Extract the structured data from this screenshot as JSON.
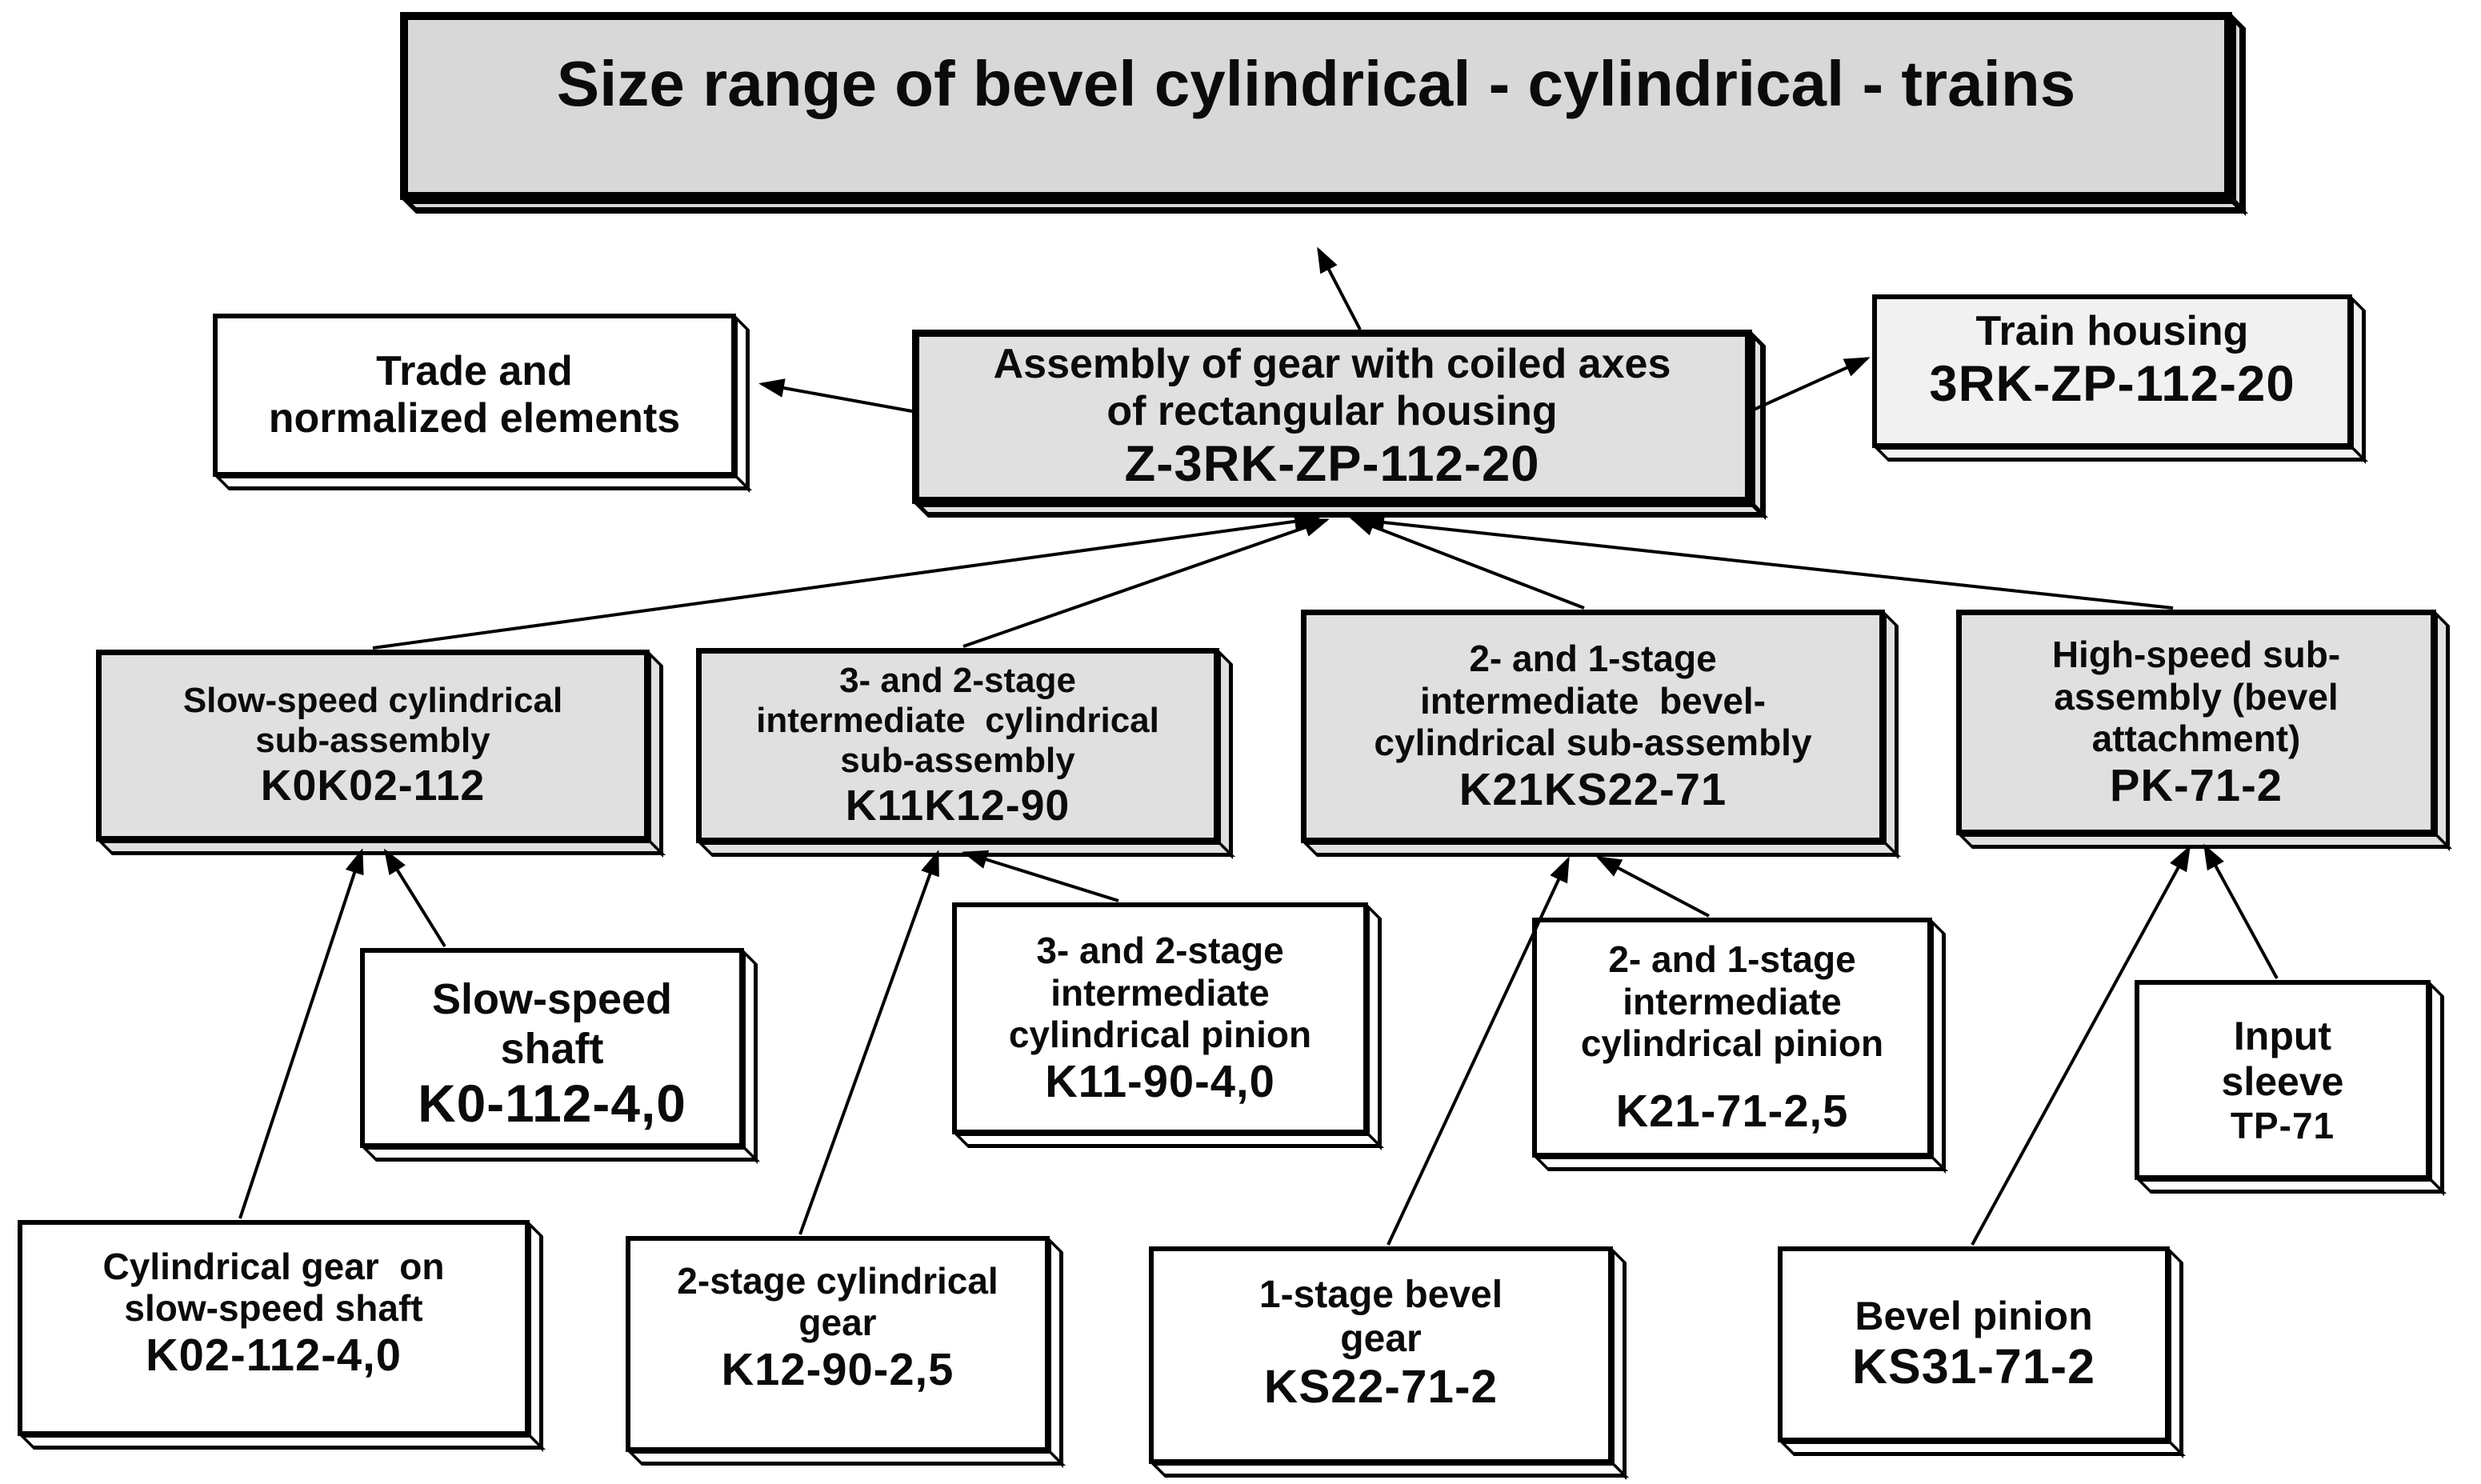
{
  "page_title": "Size range of bevel cylindrical - cylindrical - trains",
  "colors": {
    "box_gray": "#e0e0e0",
    "title_gray": "#d8d8d8",
    "box_light": "#f1f1f1",
    "box_white": "#ffffff",
    "line_black": "#000000",
    "background": "#ffffff"
  },
  "nodes": {
    "title": {
      "lines": [
        "Size range of bevel cylindrical - cylindrical - trains"
      ]
    },
    "assembly": {
      "lines": [
        "Assembly of gear with coiled axes",
        "of rectangular housing",
        "Z-3RK-ZP-112-20"
      ]
    },
    "trade": {
      "lines": [
        "Trade and",
        "normalized elements"
      ]
    },
    "train": {
      "lines": [
        "Train housing",
        "3RK-ZP-112-20"
      ]
    },
    "sub_slow": {
      "lines": [
        "Slow-speed cylindrical",
        "sub-assembly",
        "K0K02-112"
      ]
    },
    "sub_int_cyl": {
      "lines": [
        "3- and 2-stage",
        "intermediate  cylindrical",
        "sub-assembly",
        "K11K12-90"
      ]
    },
    "sub_bevel_cyl": {
      "lines": [
        "2- and 1-stage",
        "intermediate  bevel-",
        "cylindrical sub-assembly",
        "K21KS22-71"
      ]
    },
    "sub_high": {
      "lines": [
        "High-speed sub-",
        "assembly (bevel",
        "attachment)",
        "PK-71-2"
      ]
    },
    "shaft_slow": {
      "lines": [
        "Slow-speed",
        "shaft",
        "K0-112-4,0"
      ]
    },
    "pinion_32": {
      "lines": [
        "3- and 2-stage",
        "intermediate",
        "cylindrical pinion",
        "K11-90-4,0"
      ]
    },
    "pinion_21": {
      "lines": [
        "2- and 1-stage",
        "intermediate",
        "cylindrical pinion",
        "K21-71-2,5"
      ]
    },
    "input_sleeve": {
      "lines": [
        "Input",
        "sleeve",
        "TP-71"
      ]
    },
    "gear_on_shaft": {
      "lines": [
        "Cylindrical gear  on",
        "slow-speed shaft",
        "K02-112-4,0"
      ]
    },
    "gear_2stage": {
      "lines": [
        "2-stage cylindrical",
        "gear",
        "K12-90-2,5"
      ]
    },
    "gear_bevel_1stage": {
      "lines": [
        "1-stage bevel",
        "gear",
        "KS22-71-2"
      ]
    },
    "bevel_pinion": {
      "lines": [
        "Bevel pinion",
        "KS31-71-2"
      ]
    }
  },
  "edges": [
    {
      "from": "assembly",
      "to": "title"
    },
    {
      "from": "assembly",
      "to": "trade"
    },
    {
      "from": "assembly",
      "to": "train"
    },
    {
      "from": "sub_slow",
      "to": "assembly"
    },
    {
      "from": "sub_int_cyl",
      "to": "assembly"
    },
    {
      "from": "sub_bevel_cyl",
      "to": "assembly"
    },
    {
      "from": "sub_high",
      "to": "assembly"
    },
    {
      "from": "shaft_slow",
      "to": "sub_slow"
    },
    {
      "from": "gear_on_shaft",
      "to": "sub_slow"
    },
    {
      "from": "pinion_32",
      "to": "sub_int_cyl"
    },
    {
      "from": "gear_2stage",
      "to": "sub_int_cyl"
    },
    {
      "from": "pinion_21",
      "to": "sub_bevel_cyl"
    },
    {
      "from": "gear_bevel_1stage",
      "to": "sub_bevel_cyl"
    },
    {
      "from": "input_sleeve",
      "to": "sub_high"
    },
    {
      "from": "bevel_pinion",
      "to": "sub_high"
    }
  ]
}
